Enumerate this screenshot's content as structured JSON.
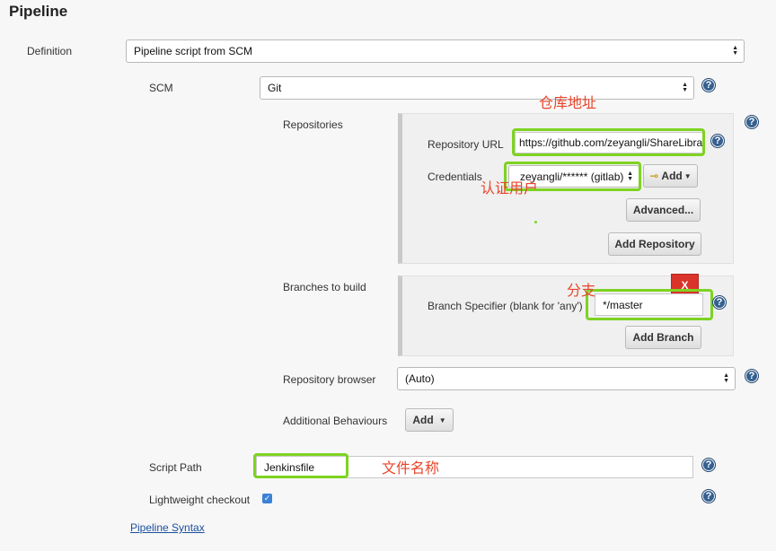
{
  "section": {
    "title": "Pipeline"
  },
  "definition": {
    "label": "Definition",
    "value": "Pipeline script from SCM"
  },
  "scm": {
    "label": "SCM",
    "value": "Git"
  },
  "repositories": {
    "label": "Repositories",
    "url_label": "Repository URL",
    "url_value": "https://github.com/zeyangli/ShareLibrary",
    "credentials_label": "Credentials",
    "credentials_value": "zeyangli/****** (gitlab)",
    "add_label": "Add",
    "advanced_label": "Advanced...",
    "add_repository_label": "Add Repository"
  },
  "branches": {
    "label": "Branches to build",
    "delete_label": "X",
    "specifier_label": "Branch Specifier (blank for 'any')",
    "specifier_value": "*/master",
    "add_branch_label": "Add Branch"
  },
  "repository_browser": {
    "label": "Repository browser",
    "value": "(Auto)"
  },
  "additional_behaviours": {
    "label": "Additional Behaviours",
    "add_label": "Add"
  },
  "script_path": {
    "label": "Script Path",
    "value": "Jenkinsfile"
  },
  "lightweight": {
    "label": "Lightweight checkout",
    "checked": true
  },
  "pipeline_syntax": {
    "label": "Pipeline Syntax"
  },
  "annotations": {
    "repo_address": "仓库地址",
    "auth_user": "认证用户",
    "branch": "分支",
    "file_name": "文件名称"
  },
  "colors": {
    "highlight": "#7ed321",
    "annotation": "#e8452a",
    "help": "#356090"
  }
}
